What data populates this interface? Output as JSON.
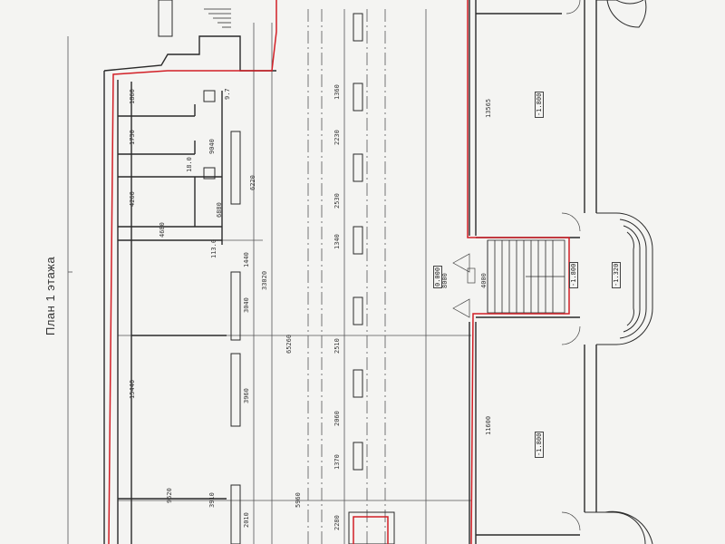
{
  "plan": {
    "title": "План 1 этажа"
  },
  "dimensions": {
    "d1": "1860",
    "d2": "1730",
    "d3": "4260",
    "d4": "15440",
    "d5": "2010",
    "d6": "3040",
    "d7": "3960",
    "d8": "1440",
    "d9": "33020",
    "d10": "65260",
    "d11": "1360",
    "d12": "2230",
    "d13": "2530",
    "d14": "1340",
    "d15": "2510",
    "d16": "2060",
    "d17": "1370",
    "d18": "2280",
    "d19": "8000",
    "d20": "4000",
    "d21": "11600",
    "d22": "13565",
    "d23": "5960",
    "d24": "3910",
    "d25": "9520",
    "d26": "4680",
    "d27": "9040",
    "d28": "6880",
    "d29": "6220",
    "d30": "9.7",
    "d31": "18.0",
    "d32": "113.0"
  },
  "levels": {
    "l1": "-1.800",
    "l2": "-1.800",
    "l3": "-1.320",
    "l4": "-1.800",
    "l5": "0.000"
  },
  "colors": {
    "wall_line": "#2a2a2a",
    "red_boundary": "#d21f26",
    "paper": "#f4f4f2"
  }
}
